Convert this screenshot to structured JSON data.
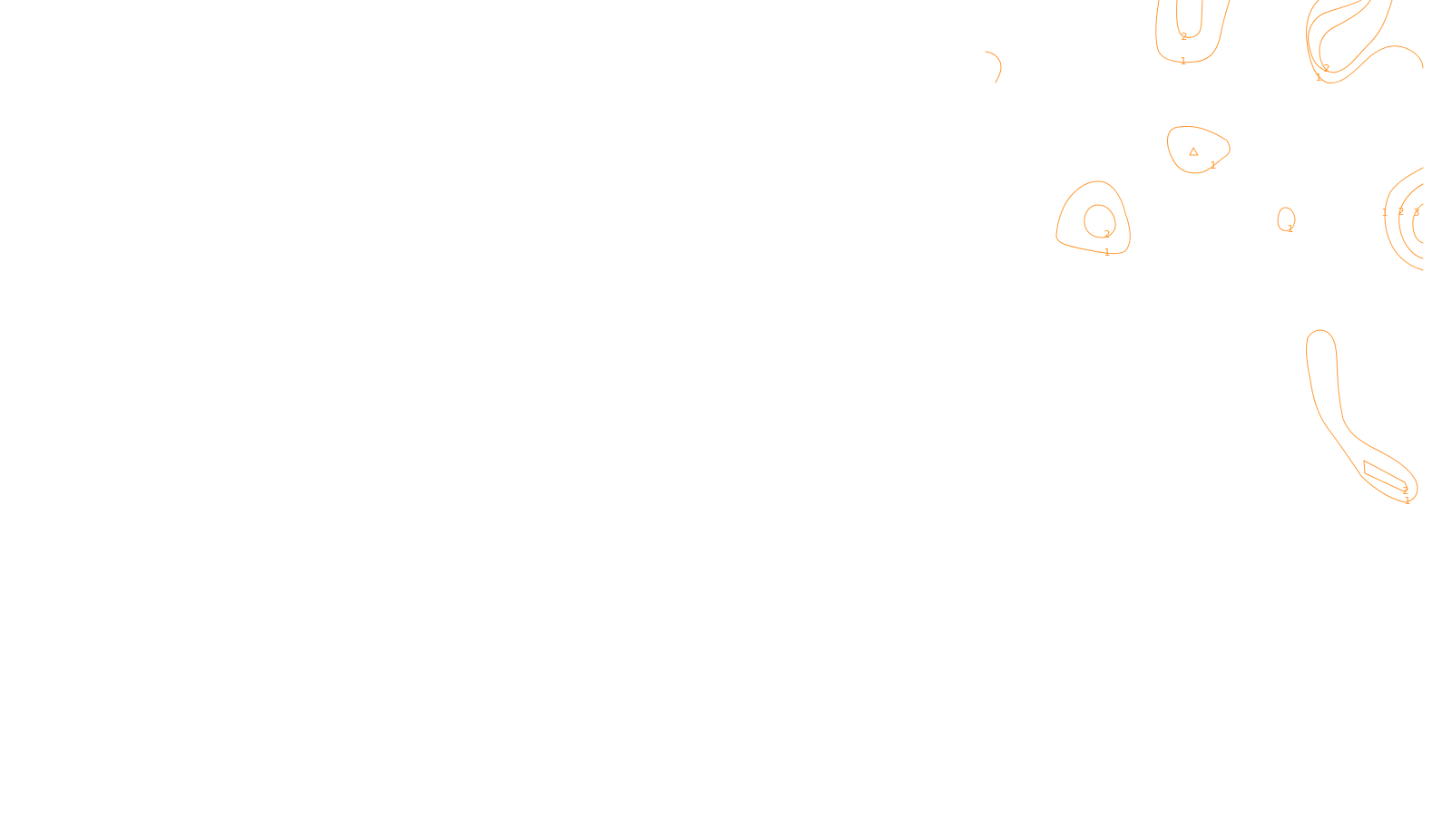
{
  "map": {
    "contour_color": "#ff9933",
    "background_color": "#ffffff",
    "labels": [
      {
        "id": "top-lobe-level-2",
        "text": "2"
      },
      {
        "id": "top-lobe-level-1",
        "text": "1"
      },
      {
        "id": "top-right-level-2",
        "text": "2"
      },
      {
        "id": "top-right-level-1",
        "text": "1"
      },
      {
        "id": "center-peak-level-1",
        "text": "1"
      },
      {
        "id": "left-hill-level-2",
        "text": "2"
      },
      {
        "id": "left-hill-level-1",
        "text": "1"
      },
      {
        "id": "small-ring-level-1",
        "text": "1"
      },
      {
        "id": "right-edge-level-1",
        "text": "1"
      },
      {
        "id": "right-edge-level-2",
        "text": "2"
      },
      {
        "id": "right-edge-level-3",
        "text": "3"
      },
      {
        "id": "lower-ridge-level-2",
        "text": "2"
      },
      {
        "id": "lower-ridge-level-1",
        "text": "1"
      }
    ]
  }
}
